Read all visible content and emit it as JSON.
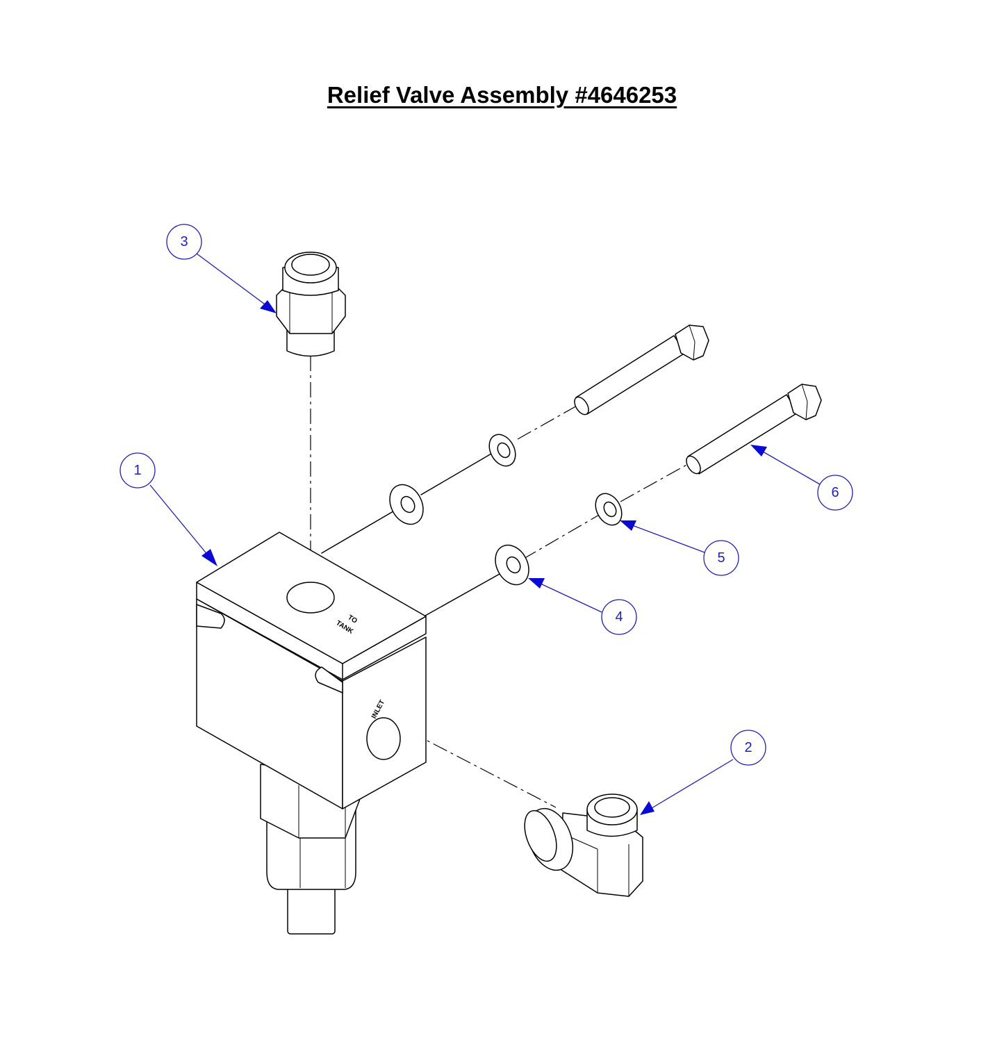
{
  "title": "Relief Valve Assembly #4646253",
  "engravings": {
    "to_tank_line1": "TO",
    "to_tank_line2": "TANK",
    "inlet": "INLET"
  },
  "callouts": [
    {
      "number": "1",
      "part": "valve-body"
    },
    {
      "number": "2",
      "part": "elbow-fitting"
    },
    {
      "number": "3",
      "part": "straight-fitting"
    },
    {
      "number": "4",
      "part": "flat-washer"
    },
    {
      "number": "5",
      "part": "lock-washer"
    },
    {
      "number": "6",
      "part": "hex-bolt"
    }
  ],
  "colors": {
    "line": "#000000",
    "callout": "#1f1fb4",
    "arrow": "#0a0ad2"
  }
}
